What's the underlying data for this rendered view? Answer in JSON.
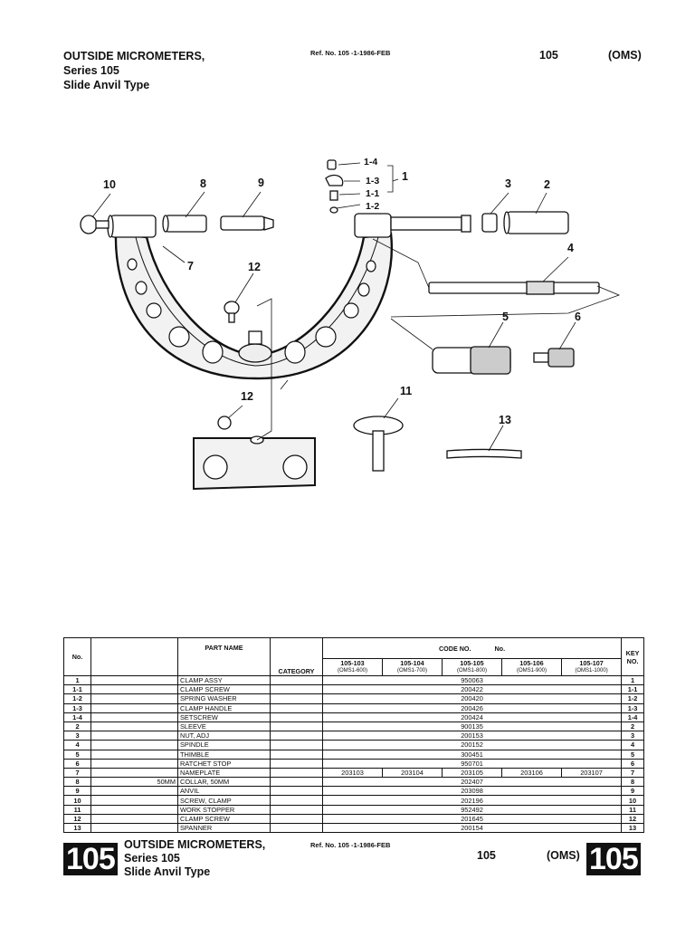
{
  "header": {
    "title_line1": "OUTSIDE MICROMETERS,",
    "title_line2": "Series 105",
    "title_line3": "Slide Anvil Type",
    "ref": "Ref.  No. 105 -1-1986-FEB",
    "page": "105",
    "code": "(OMS)"
  },
  "diagram": {
    "callouts": [
      "1-4",
      "1",
      "1-3",
      "1-1",
      "1-2",
      "10",
      "8",
      "9",
      "3",
      "2",
      "4",
      "7",
      "12",
      "5",
      "6",
      "12",
      "11",
      "13"
    ]
  },
  "table": {
    "headers": {
      "no": "No.",
      "part_name": "PART  NAME",
      "category": "CATEGORY",
      "code_no": "CODE  NO.",
      "no2": "No.",
      "key_no_1": "KEY",
      "key_no_2": "NO."
    },
    "models": [
      {
        "code": "105-103",
        "sub": "(OMS1-600)"
      },
      {
        "code": "105-104",
        "sub": "(OMS1-700)"
      },
      {
        "code": "105-105",
        "sub": "(OMS1-800)"
      },
      {
        "code": "105-106",
        "sub": "(OMS1-900)"
      },
      {
        "code": "105-107",
        "sub": "(OMS1-1000)"
      }
    ],
    "rows": [
      {
        "no": "1",
        "size": "",
        "name": "CLAMP ASSY",
        "codes": [
          "",
          "",
          "950063",
          "",
          ""
        ],
        "key": "1"
      },
      {
        "no": "1-1",
        "size": "",
        "name": "CLAMP SCREW",
        "codes": [
          "",
          "",
          "200422",
          "",
          ""
        ],
        "key": "1-1"
      },
      {
        "no": "1-2",
        "size": "",
        "name": "SPRING WASHER",
        "codes": [
          "",
          "",
          "200420",
          "",
          ""
        ],
        "key": "1-2"
      },
      {
        "no": "1-3",
        "size": "",
        "name": "CLAMP HANDLE",
        "codes": [
          "",
          "",
          "200426",
          "",
          ""
        ],
        "key": "1-3"
      },
      {
        "no": "1-4",
        "size": "",
        "name": "SETSCREW",
        "codes": [
          "",
          "",
          "200424",
          "",
          ""
        ],
        "key": "1-4"
      },
      {
        "no": "2",
        "size": "",
        "name": "SLEEVE",
        "codes": [
          "",
          "",
          "900135",
          "",
          ""
        ],
        "key": "2"
      },
      {
        "no": "3",
        "size": "",
        "name": "NUT, ADJ",
        "codes": [
          "",
          "",
          "200153",
          "",
          ""
        ],
        "key": "3"
      },
      {
        "no": "4",
        "size": "",
        "name": "SPINDLE",
        "codes": [
          "",
          "",
          "200152",
          "",
          ""
        ],
        "key": "4"
      },
      {
        "no": "5",
        "size": "",
        "name": "THIMBLE",
        "codes": [
          "",
          "",
          "300451",
          "",
          ""
        ],
        "key": "5"
      },
      {
        "no": "6",
        "size": "",
        "name": "RATCHET STOP",
        "codes": [
          "",
          "",
          "950701",
          "",
          ""
        ],
        "key": "6"
      },
      {
        "no": "7",
        "size": "",
        "name": "NAMEPLATE",
        "codes": [
          "203103",
          "203104",
          "203105",
          "203106",
          "203107"
        ],
        "key": "7"
      },
      {
        "no": "8",
        "size": "50MM",
        "name": "COLLAR, 50MM",
        "codes": [
          "",
          "",
          "202407",
          "",
          ""
        ],
        "key": "8"
      },
      {
        "no": "9",
        "size": "",
        "name": "ANVIL",
        "codes": [
          "",
          "",
          "203098",
          "",
          ""
        ],
        "key": "9"
      },
      {
        "no": "10",
        "size": "",
        "name": "SCREW, CLAMP",
        "codes": [
          "",
          "",
          "202196",
          "",
          ""
        ],
        "key": "10"
      },
      {
        "no": "11",
        "size": "",
        "name": "WORK STOPPER",
        "codes": [
          "",
          "",
          "952492",
          "",
          ""
        ],
        "key": "11"
      },
      {
        "no": "12",
        "size": "",
        "name": "CLAMP SCREW",
        "codes": [
          "",
          "",
          "201645",
          "",
          ""
        ],
        "key": "12"
      },
      {
        "no": "13",
        "size": "",
        "name": "SPANNER",
        "codes": [
          "",
          "",
          "200154",
          "",
          ""
        ],
        "key": "13"
      }
    ]
  },
  "footer": {
    "big_left": "105",
    "big_right": "105",
    "title_line1": "OUTSIDE MICROMETERS,",
    "title_line2": "Series 105",
    "title_line3": "Slide Anvil Type",
    "ref": "Ref.  No. 105 -1-1986-FEB",
    "page": "105",
    "code": "(OMS)"
  }
}
